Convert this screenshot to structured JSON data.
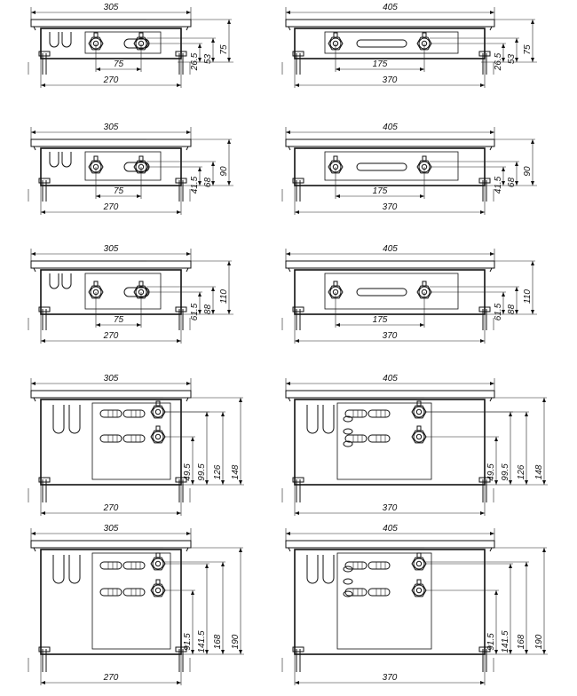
{
  "units_note": "",
  "drawings": [
    {
      "id": "a1",
      "total_width": "305",
      "inner_width": "270",
      "pipe_spacing": "75",
      "heights": [
        "75",
        "53",
        "26.5"
      ]
    },
    {
      "id": "b1",
      "total_width": "405",
      "inner_width": "370",
      "pipe_spacing": "175",
      "heights": [
        "75",
        "53",
        "26.5"
      ]
    },
    {
      "id": "a2",
      "total_width": "305",
      "inner_width": "270",
      "pipe_spacing": "75",
      "heights": [
        "90",
        "68",
        "41.5"
      ]
    },
    {
      "id": "b2",
      "total_width": "405",
      "inner_width": "370",
      "pipe_spacing": "175",
      "heights": [
        "90",
        "68",
        "41.5"
      ]
    },
    {
      "id": "a3",
      "total_width": "305",
      "inner_width": "270",
      "pipe_spacing": "75",
      "heights": [
        "110",
        "88",
        "61.5"
      ]
    },
    {
      "id": "b3",
      "total_width": "405",
      "inner_width": "370",
      "pipe_spacing": "175",
      "heights": [
        "110",
        "88",
        "61.5"
      ]
    },
    {
      "id": "a4",
      "total_width": "305",
      "inner_width": "270",
      "pipe_spacing": "",
      "heights": [
        "148",
        "126",
        "99.5",
        "49.5"
      ]
    },
    {
      "id": "b4",
      "total_width": "405",
      "inner_width": "370",
      "pipe_spacing": "",
      "heights": [
        "148",
        "126",
        "99.5",
        "49.5"
      ]
    },
    {
      "id": "a5",
      "total_width": "305",
      "inner_width": "270",
      "pipe_spacing": "",
      "heights": [
        "190",
        "168",
        "141.5",
        "91.5"
      ]
    },
    {
      "id": "b5",
      "total_width": "405",
      "inner_width": "370",
      "pipe_spacing": "",
      "heights": [
        "190",
        "168",
        "141.5",
        "91.5"
      ]
    }
  ]
}
